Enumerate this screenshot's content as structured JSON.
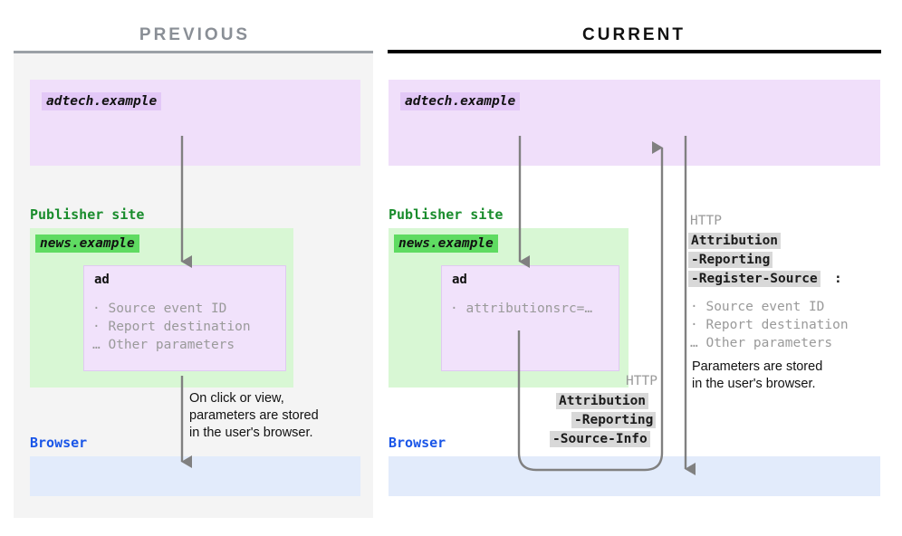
{
  "panels": {
    "previous": {
      "title": "PREVIOUS",
      "adtech_badge": "adtech.example",
      "publisher_label": "Publisher site",
      "news_badge": "news.example",
      "ad_title": "ad",
      "ad_params": "· Source event ID\n· Report destination\n… Other parameters",
      "flow_note": "On click or view,\nparameters are stored\nin the user's browser.",
      "browser_label": "Browser"
    },
    "current": {
      "title": "CURRENT",
      "adtech_badge": "adtech.example",
      "publisher_label": "Publisher site",
      "news_badge": "news.example",
      "ad_title": "ad",
      "ad_params": "· attributionsrc=…",
      "browser_label": "Browser",
      "response_header": {
        "protocol": "HTTP",
        "chip_line_1": "Attribution",
        "chip_line_2": "-Reporting",
        "chip_line_3": "-Register-Source",
        "colon": ":",
        "params": "· Source event ID\n· Report destination\n… Other parameters",
        "note": "Parameters are stored\nin the user's browser."
      },
      "request_header": {
        "protocol": "HTTP",
        "chip_line_1": "Attribution",
        "chip_line_2": "-Reporting",
        "chip_line_3": "-Source-Info"
      }
    }
  },
  "colors": {
    "adtech_surface": "#f0dffa",
    "adtech_badge": "#e3c8f7",
    "publisher_surface": "#d8f7d4",
    "publisher_badge": "#5fdb62",
    "publisher_text": "#198c2c",
    "browser_surface": "#e2ebfb",
    "browser_text": "#1a56e8",
    "ad_surface": "#f1e2fb",
    "arrow": "#808080",
    "header_chip": "#d8d8d8",
    "muted_text": "#9a9a9a",
    "panel_previous_bg": "#f4f4f4",
    "rule_previous": "#9aa0a6",
    "rule_current": "#000000"
  }
}
